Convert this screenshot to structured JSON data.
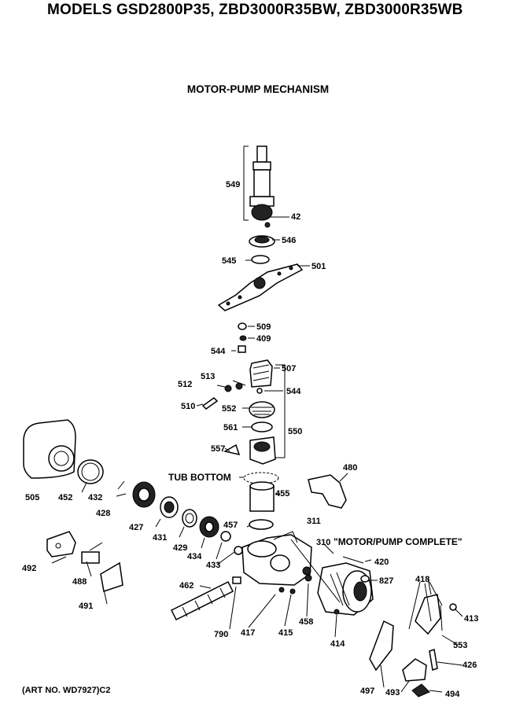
{
  "header": {
    "title": "MODELS GSD2800P35, ZBD3000R35BW, ZBD3000R35WB"
  },
  "section_title": "MOTOR-PUMP MECHANISM",
  "footer": {
    "art_no": "(ART NO. WD7927)C2"
  },
  "annotations": {
    "tub_bottom": "TUB BOTTOM",
    "motor_pump_complete": "\"MOTOR/PUMP COMPLETE\""
  },
  "parts": {
    "p549": "549",
    "p42": "42",
    "p546": "546",
    "p545": "545",
    "p501": "501",
    "p509": "509",
    "p409": "409",
    "p544a": "544",
    "p507": "507",
    "p513": "513",
    "p512": "512",
    "p544b": "544",
    "p510": "510",
    "p552": "552",
    "p561": "561",
    "p550": "550",
    "p557": "557",
    "p505": "505",
    "p452": "452",
    "p432": "432",
    "p428": "428",
    "p427": "427",
    "p431": "431",
    "p429": "429",
    "p434": "434",
    "p433": "433",
    "p457": "457",
    "p455": "455",
    "p480": "480",
    "p311": "311",
    "p310": "310",
    "p420": "420",
    "p827": "827",
    "p492": "492",
    "p488": "488",
    "p491": "491",
    "p462": "462",
    "p790": "790",
    "p417": "417",
    "p415": "415",
    "p458": "458",
    "p414": "414",
    "p418": "418",
    "p413": "413",
    "p553": "553",
    "p426": "426",
    "p497": "497",
    "p493": "493",
    "p494": "494"
  }
}
